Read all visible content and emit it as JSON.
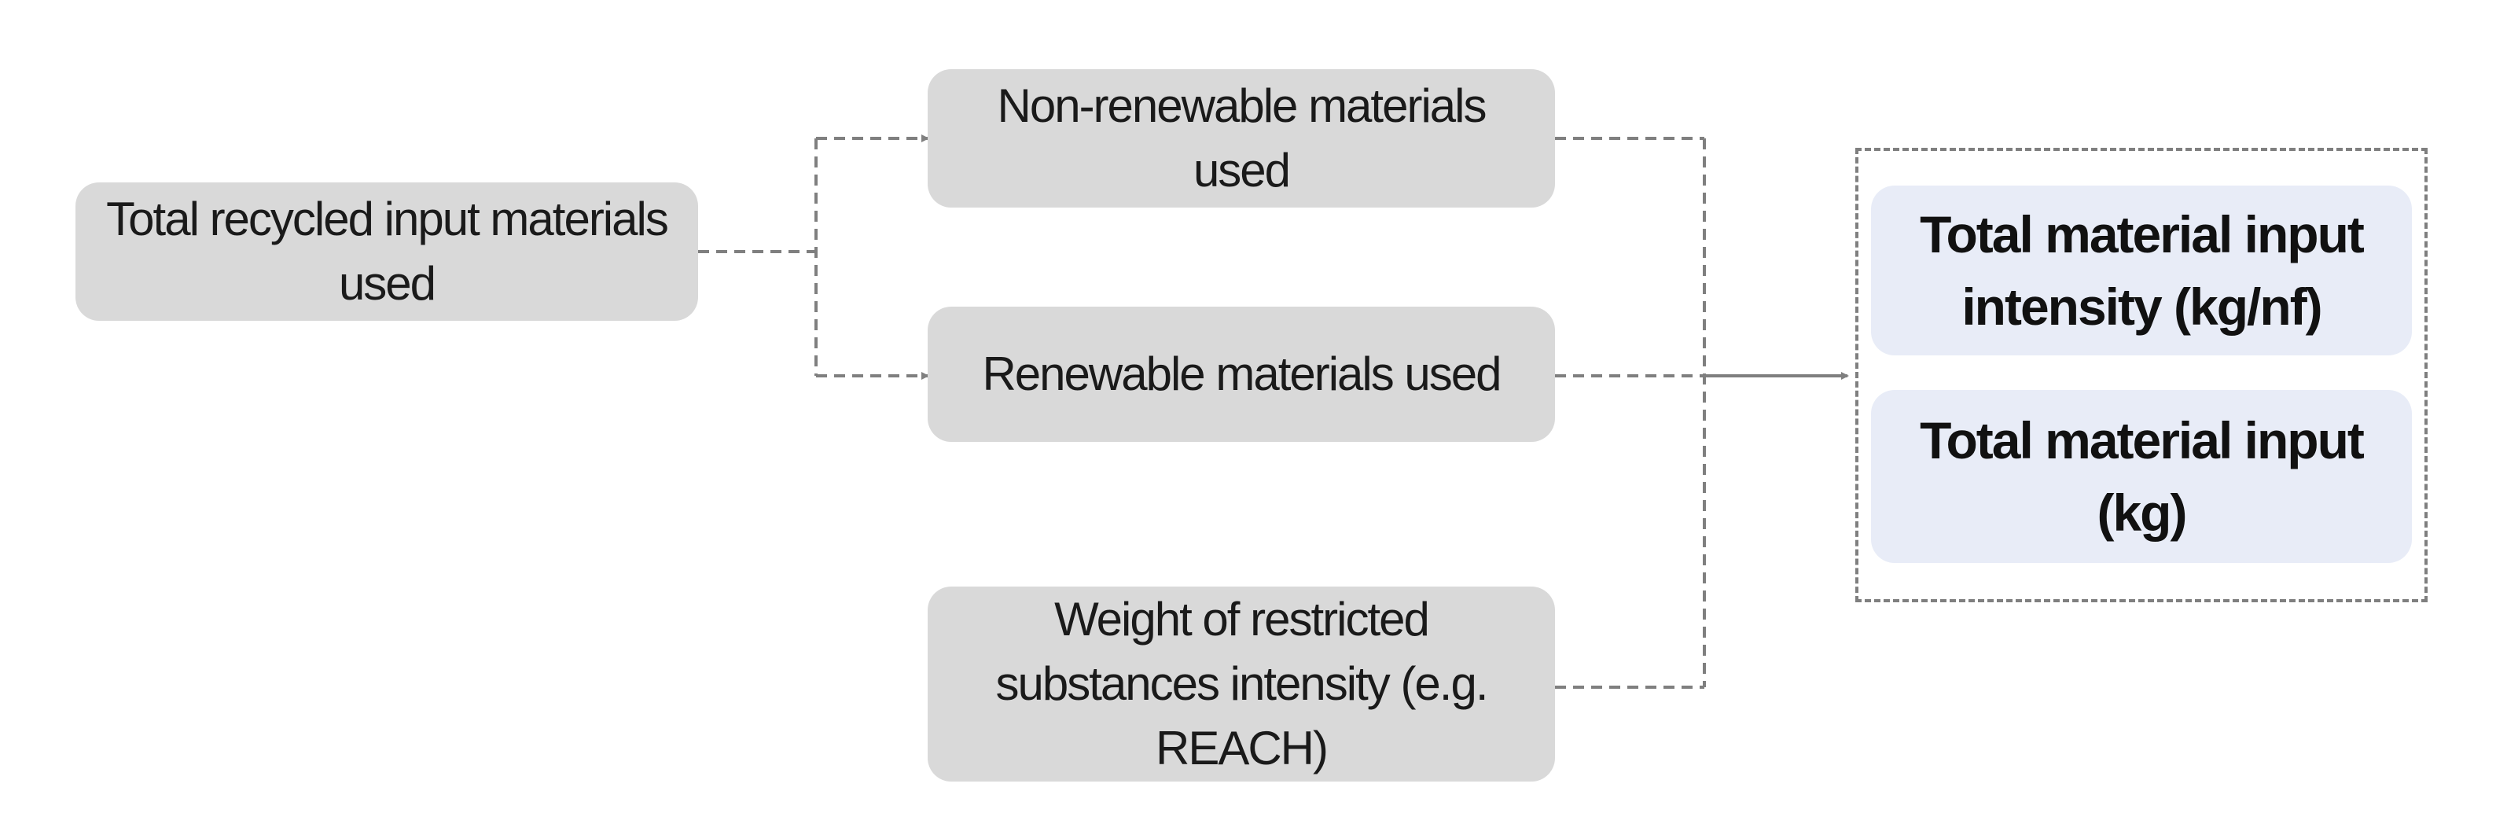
{
  "nodes": {
    "total_recycled": "Total recycled input materials used",
    "non_renewable": "Non-renewable materials used",
    "renewable": "Renewable materials used",
    "restricted_substances": "Weight of restricted substances intensity (e.g. REACH)",
    "material_input_intensity": "Total material input intensity (kg/nf)",
    "material_input": "Total material input (kg)"
  },
  "colors": {
    "grey_box": "#d9d9d9",
    "output_box": "#e8ecf7",
    "connector": "#7f7f7f"
  }
}
